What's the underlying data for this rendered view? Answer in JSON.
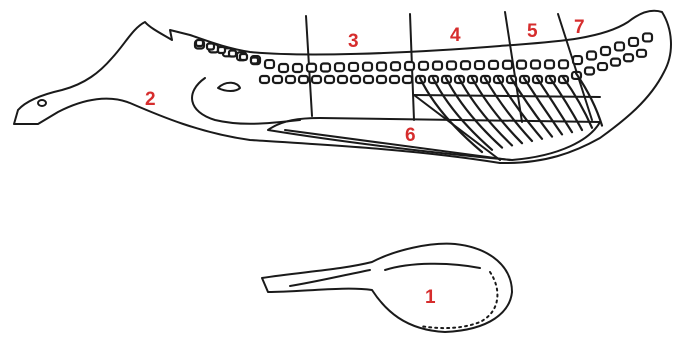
{
  "colors": {
    "outline": "#1a1a1a",
    "label": "#d62d2d",
    "background": "#ffffff"
  },
  "regions": [
    {
      "id": "1",
      "label": "1"
    },
    {
      "id": "2",
      "label": "2"
    },
    {
      "id": "3",
      "label": "3"
    },
    {
      "id": "4",
      "label": "4"
    },
    {
      "id": "5",
      "label": "5"
    },
    {
      "id": "6",
      "label": "6"
    },
    {
      "id": "7",
      "label": "7"
    }
  ]
}
